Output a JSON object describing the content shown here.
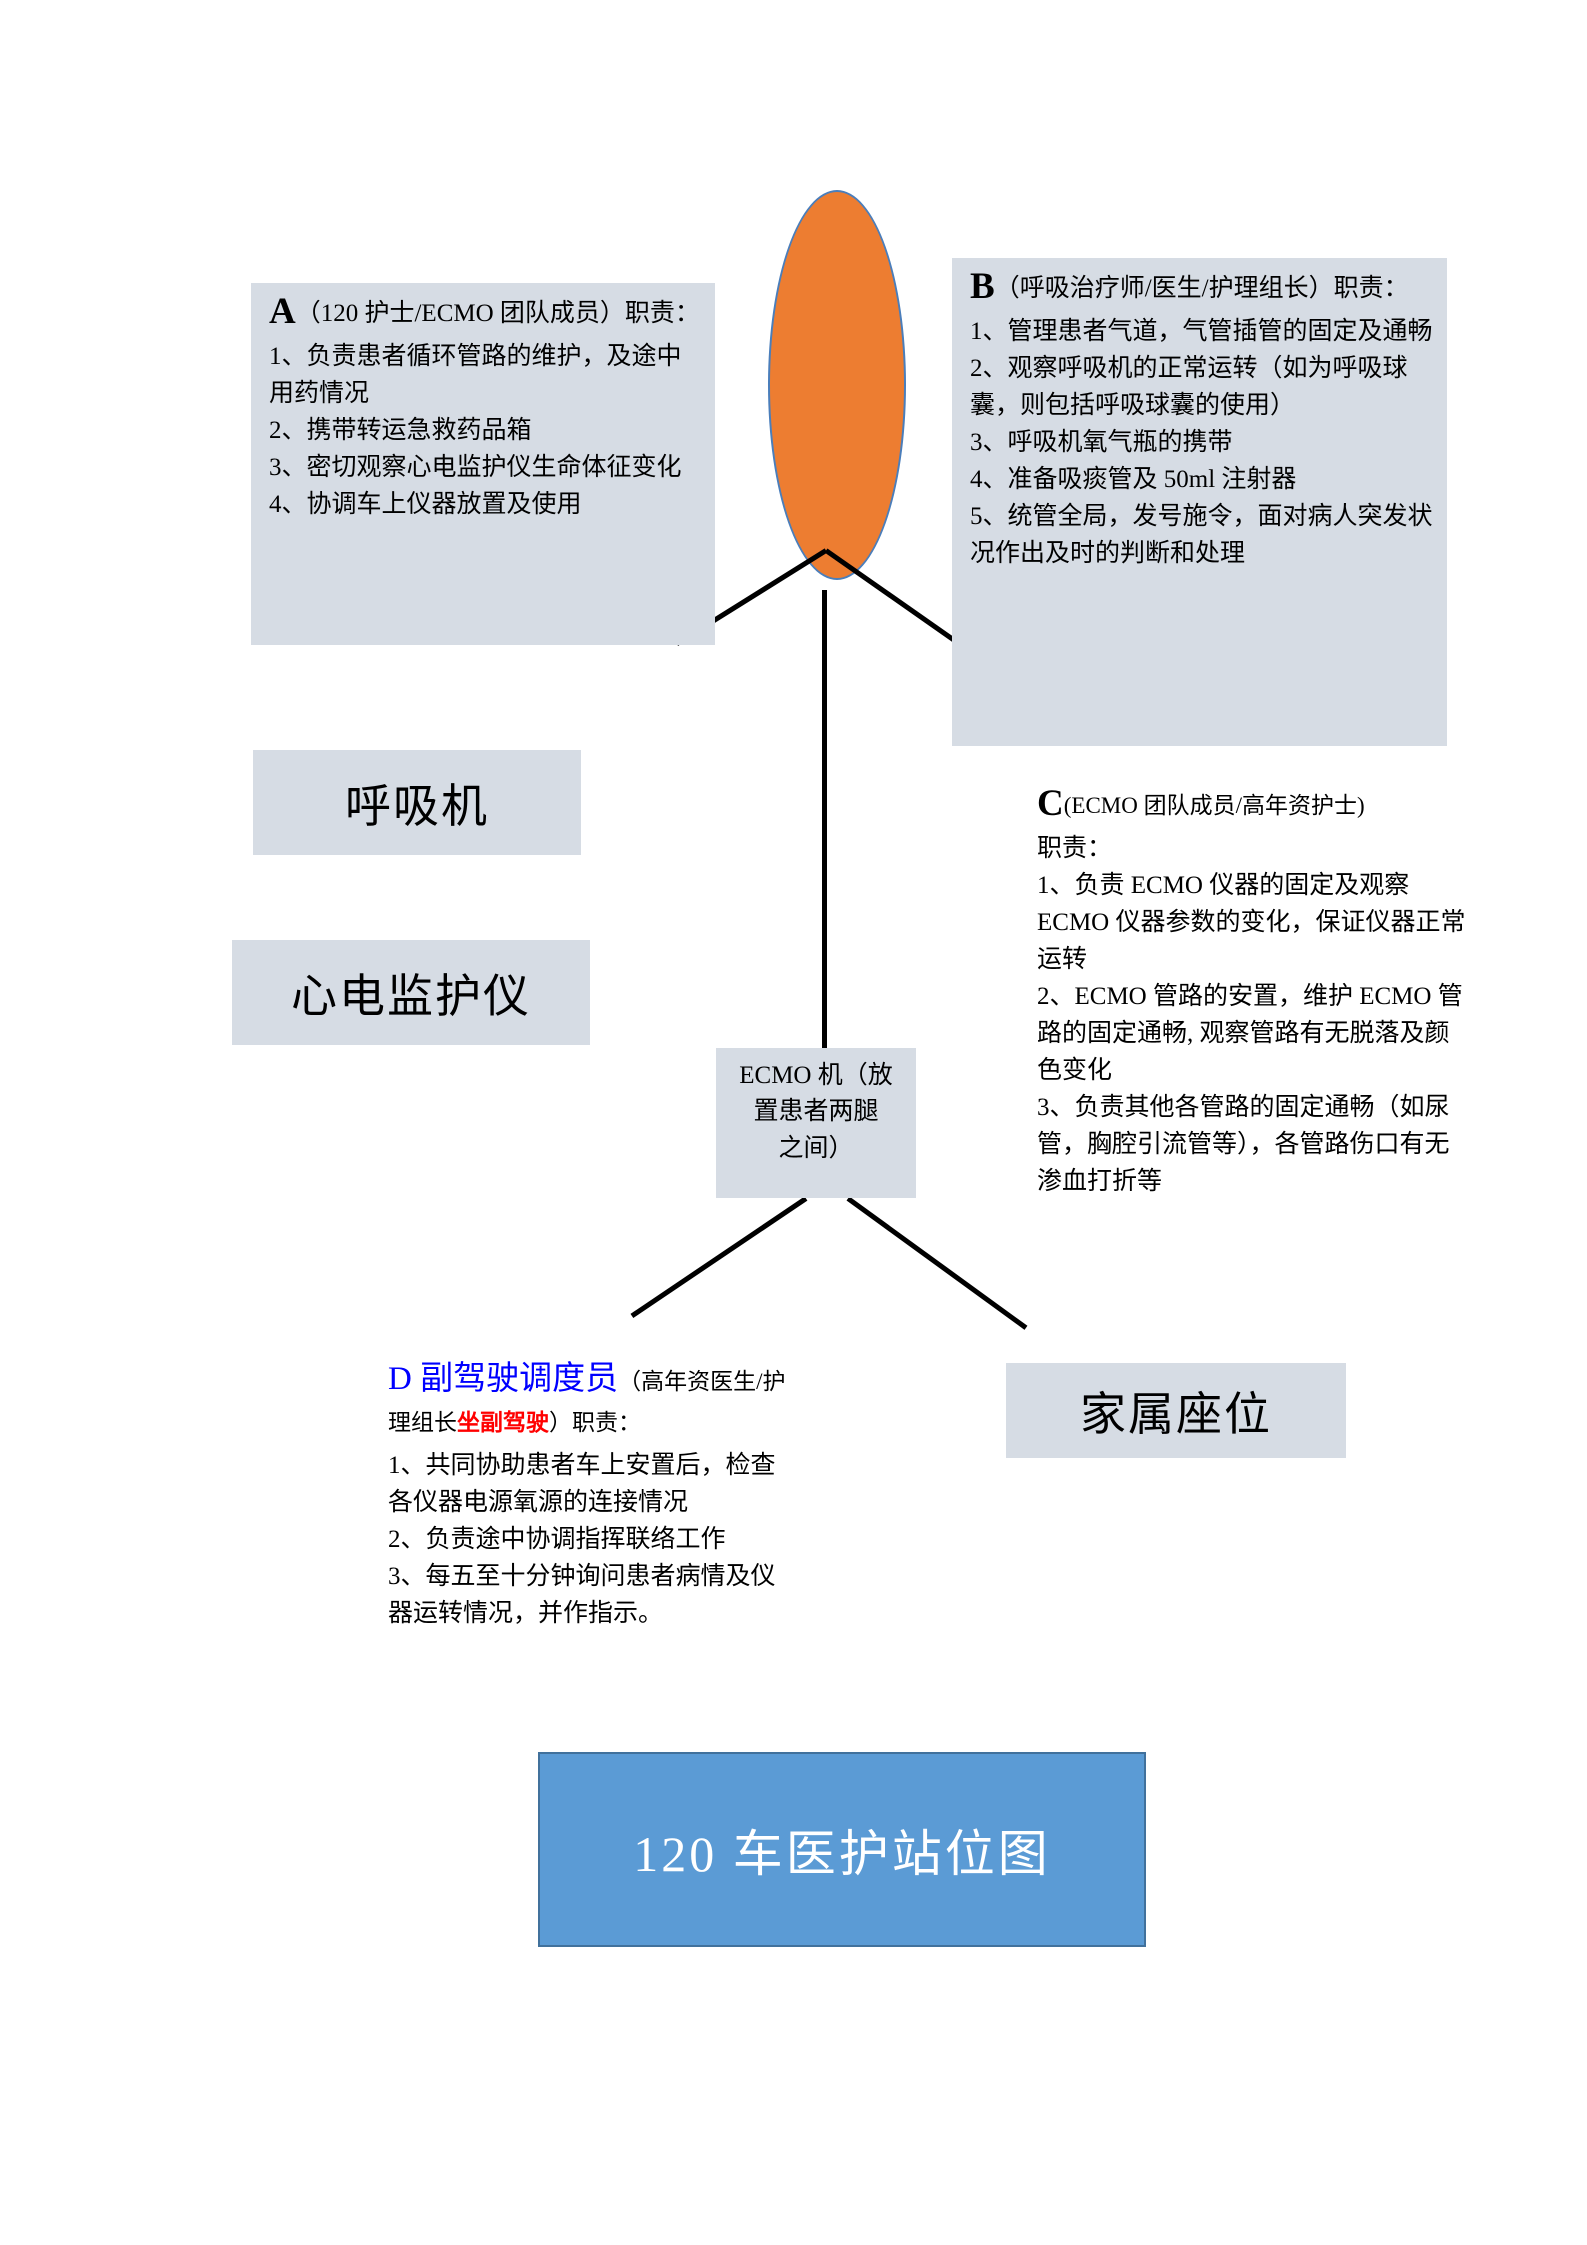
{
  "title_banner": {
    "text": "120 车医护站位图",
    "bg_color": "#5B9BD5",
    "border_color": "#41719C",
    "text_color": "#FFFFFF"
  },
  "patient": {
    "name": "patient-ellipse",
    "fill_color": "#ED7D31",
    "border_color": "#4A7EBB"
  },
  "roles": {
    "A": {
      "letter": "A",
      "heading": "（120 护士/ECMO 团队成员）职责：",
      "duties": [
        "1、负责患者循环管路的维护，及途中用药情况",
        "2、携带转运急救药品箱",
        "3、密切观察心电监护仪生命体征变化",
        "4、协调车上仪器放置及使用"
      ]
    },
    "B": {
      "letter": "B",
      "heading": "（呼吸治疗师/医生/护理组长）职责：",
      "duties": [
        "1、管理患者气道，气管插管的固定及通畅",
        "2、观察呼吸机的正常运转（如为呼吸球囊，则包括呼吸球囊的使用）",
        "3、呼吸机氧气瓶的携带",
        "4、准备吸痰管及 50ml 注射器",
        "5、统管全局，发号施令，面对病人突发状况作出及时的判断和处理"
      ]
    },
    "C": {
      "letter": "C",
      "heading": "(ECMO 团队成员/高年资护士)",
      "subheading": "职责：",
      "duties": [
        "1、负责 ECMO 仪器的固定及观察 ECMO 仪器参数的变化，保证仪器正常运转",
        "2、ECMO 管路的安置，维护 ECMO 管路的固定通畅, 观察管路有无脱落及颜色变化",
        "3、负责其他各管路的固定通畅（如尿管，胸腔引流管等），各管路伤口有无渗血打折等"
      ]
    },
    "D": {
      "letter": "D",
      "title_blue": "副驾驶调度员",
      "paren_open": "（高年资医生/护理组长",
      "highlight_red": "坐副驾驶",
      "paren_close": "）职责：",
      "duties": [
        "1、共同协助患者车上安置后，检查各仪器电源氧源的连接情况",
        "2、负责途中协调指挥联络工作",
        "3、每五至十分钟询问患者病情及仪器运转情况，并作指示。"
      ]
    }
  },
  "equipment": {
    "ventilator": "呼吸机",
    "monitor": "心电监护仪",
    "family_seat": "家属座位",
    "ecmo_machine": "ECMO 机（放置患者两腿之间）"
  },
  "ecmo_box": {
    "line1": "ECMO 机（放",
    "line2": "置患者两腿",
    "line3": "之间）"
  }
}
